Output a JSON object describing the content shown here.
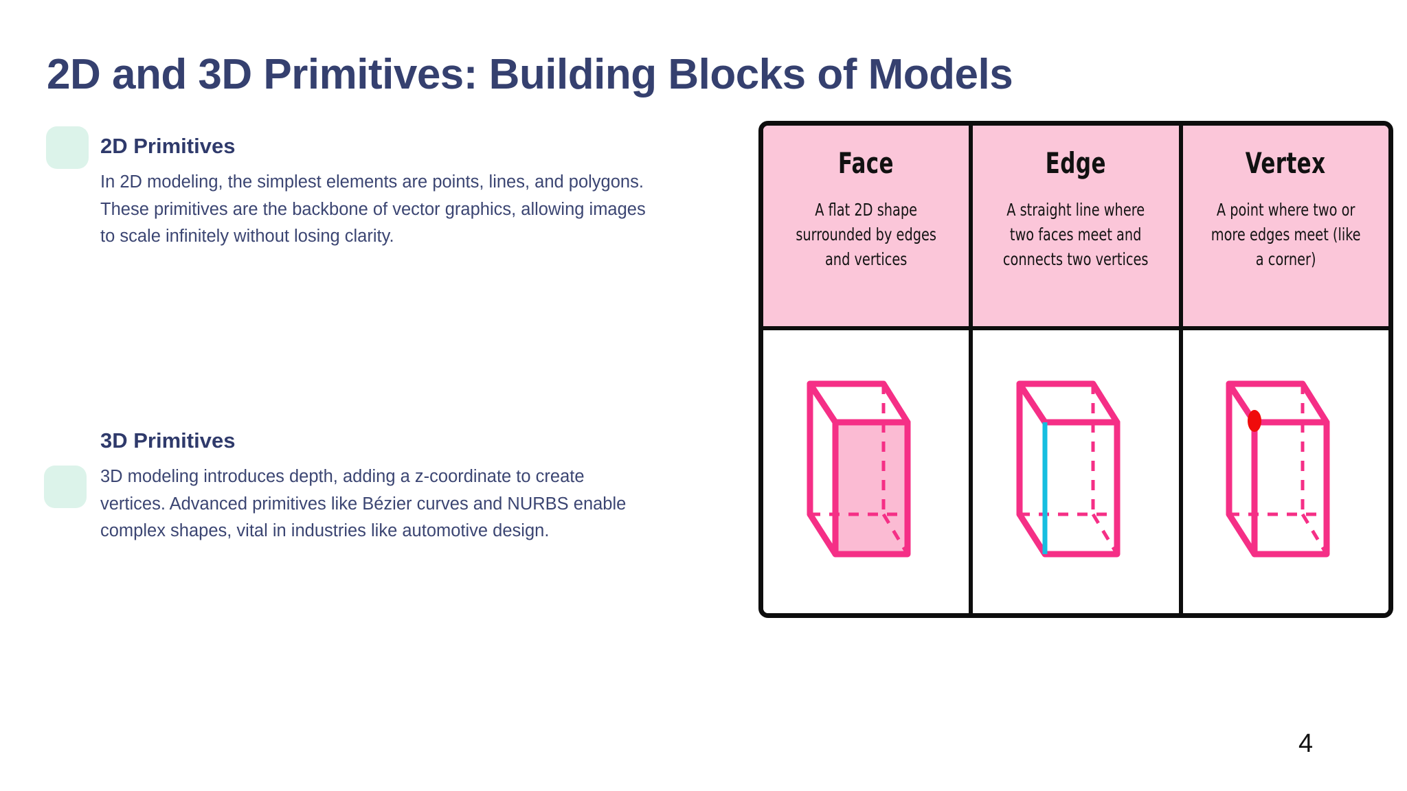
{
  "slide": {
    "title": "2D and 3D Primitives: Building Blocks of Models",
    "page_number": "4",
    "background_color": "#ffffff",
    "title_color": "#35406F",
    "body_color": "#3B4572",
    "accent_mint": "#DCF3EA"
  },
  "sections": [
    {
      "heading": "2D Primitives",
      "body": "In 2D modeling, the simplest elements are points, lines, and polygons. These primitives are the backbone of vector graphics, allowing images to scale infinitely without losing clarity."
    },
    {
      "heading": "3D Primitives",
      "body": "3D modeling introduces depth, adding a z-coordinate to create vertices. Advanced primitives like Bézier curves and NURBS enable complex shapes, vital in industries like automotive design."
    }
  ],
  "table": {
    "border_color": "#0d0d0d",
    "header_background": "#FBC6D9",
    "figure_background": "#ffffff",
    "columns": [
      {
        "title": "Face",
        "description": "A flat 2D shape surrounded by edges and vertices",
        "figure": {
          "name": "box-with-highlighted-face",
          "edge_color": "#F52F86",
          "highlight_type": "face-fill",
          "highlight_color": "#FBBBD3"
        }
      },
      {
        "title": "Edge",
        "description": "A straight line where two faces meet and connects two vertices",
        "figure": {
          "name": "box-with-highlighted-edge",
          "edge_color": "#F52F86",
          "highlight_type": "edge-line",
          "highlight_color": "#16BEE0"
        }
      },
      {
        "title": "Vertex",
        "description": "A point where two or more edges meet (like a corner)",
        "figure": {
          "name": "box-with-highlighted-vertex",
          "edge_color": "#F52F86",
          "highlight_type": "vertex-dot",
          "highlight_color": "#F00B0B"
        }
      }
    ]
  }
}
